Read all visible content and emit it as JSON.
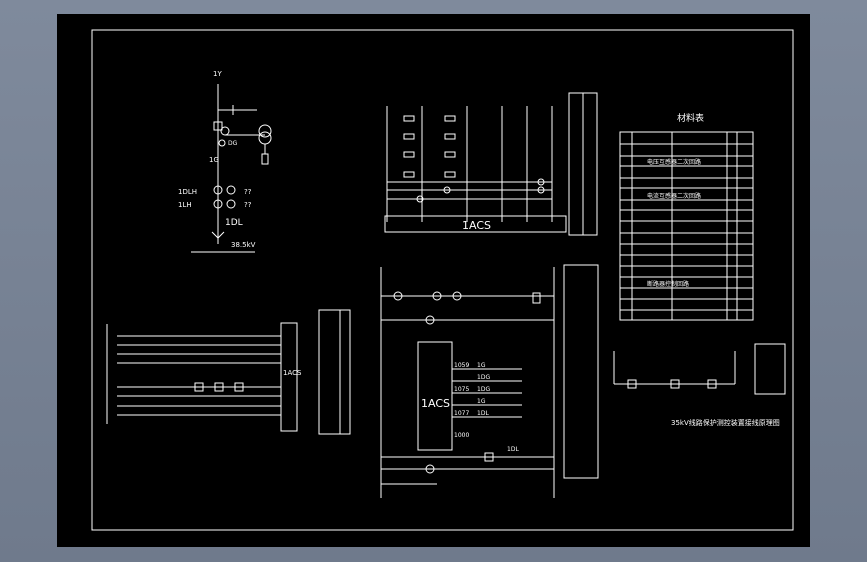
{
  "canvas": {
    "background": "#000000",
    "line_color": "#ffffff",
    "page_background": "#7b8597"
  },
  "single_line": {
    "top_label": "1Y",
    "ct_label": "1G",
    "relay_labels": [
      "1DLH",
      "1LH"
    ],
    "relay_marks": [
      "??",
      "??"
    ],
    "breaker_label": "1DL",
    "bus_label": "38.5kV"
  },
  "ac_block": {
    "label": "1ACS"
  },
  "dc_block": {
    "label": "1ACS",
    "terminals": [
      "1059",
      "1075",
      "1077",
      "1000"
    ],
    "side_labels": [
      "1G",
      "1DG",
      "1DG",
      "1G",
      "1DL"
    ],
    "bottom_label": "1DL"
  },
  "left_block": {
    "label": "1ACS"
  },
  "right_title": "35kV线路保护测控装置接线原理图",
  "material_table": {
    "title": "材料表",
    "section_rows": [
      "电压互感器二次回路",
      "电流互感器二次回路",
      "断路器控制回路"
    ],
    "row_count": 14
  }
}
